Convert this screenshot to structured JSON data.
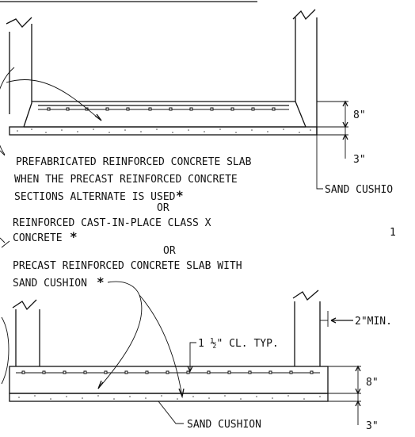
{
  "labels": {
    "prefab_line1": "PREFABRICATED REINFORCED CONCRETE SLAB",
    "prefab_line2": "WHEN THE PRECAST REINFORCED CONCRETE",
    "prefab_line3": "SECTIONS ALTERNATE IS USED",
    "or_1": "OR",
    "cip_line1": "REINFORCED CAST-IN-PLACE CLASS X",
    "cip_line2": "CONCRETE",
    "or_2": "OR",
    "precast_line1": "PRECAST REINFORCED CONCRETE SLAB WITH",
    "precast_line2": "SAND CUSHION",
    "asterisk": "*",
    "sand_cushion_top": "SAND CUSHIO",
    "sand_cushion_bottom": "SAND CUSHION",
    "clear_cover": "1 ½\" CL. TYP.",
    "min_gap": "2\"MIN.",
    "stray_mark": "1"
  },
  "dimensions": {
    "top_slab": "8\"",
    "top_cushion": "3\"",
    "bottom_slab": "8\"",
    "bottom_cushion": "3\""
  }
}
